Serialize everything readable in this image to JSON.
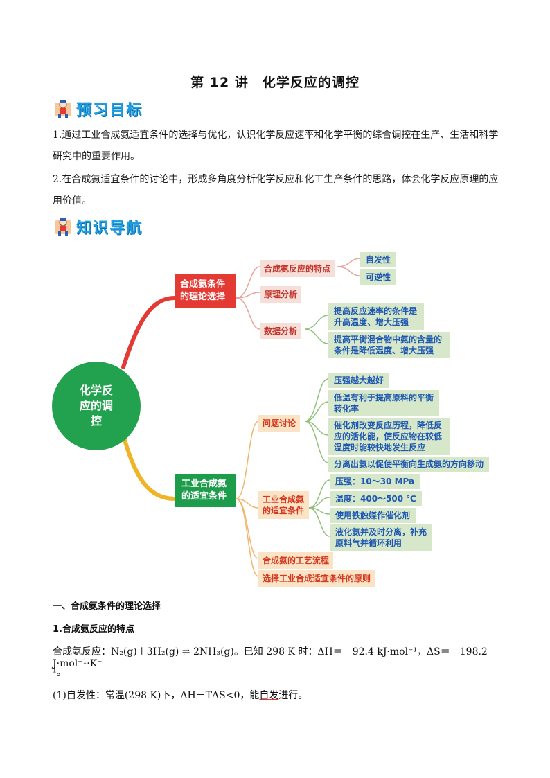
{
  "title": "第 12 讲　化学反应的调控",
  "sections": {
    "goals_heading": "预习目标",
    "nav_heading": "知识导航"
  },
  "goals": [
    "1.通过工业合成氨适宜条件的选择与优化，认识化学反应速率和化学平衡的综合调控在生产、生活和科学研究中的重要作用。",
    "2.在合成氨适宜条件的讨论中，形成多角度分析化学反应和化工生产条件的思路，体会化学反应原理的应用价值。"
  ],
  "mindmap": {
    "center": "化学反应的调控",
    "branch1": {
      "label": "合成氨条件的理论选择",
      "feature": "合成氨反应的特点",
      "feature_items": [
        "自发性",
        "可逆性"
      ],
      "principle": "原理分析",
      "data": "数据分析",
      "data_items": [
        "提高反应速率的条件是升高温度、增大压强",
        "提高平衡混合物中氨的含量的条件是降低温度、增大压强"
      ]
    },
    "branch2": {
      "label": "工业合成氨的适宜条件",
      "discussion": "问题讨论",
      "discussion_items": [
        "压强越大越好",
        "低温有利于提高原料的平衡转化率",
        "催化剂改变反应历程，降低反应的活化能，使反应物在较低温度时能较快地发生反应",
        "分离出氨以促使平衡向生成氨的方向移动"
      ],
      "conditions": "工业合成氨的适宜条件",
      "condition_items": [
        "压强：10～30 MPa",
        "温度：400～500 ℃",
        "使用铁触媒作催化剂",
        "液化氨并及时分离，补充原料气并循环利用"
      ],
      "process": "合成氨的工艺流程",
      "principle": "选择工业合成适宜条件的原则"
    }
  },
  "body": {
    "h1": "一、合成氨条件的理论选择",
    "h2": "1.合成氨反应的特点",
    "reaction_prefix": "合成氨反应：N",
    "reaction_text": "N₂(g)＋3H₂(g) ⇌ 2NH₃(g)。已知 298 K 时：ΔH＝－92.4 kJ·mol⁻¹，ΔS＝－198.2 J·mol⁻¹·K⁻",
    "reaction_tail": "¹。",
    "point1_a": "(1)自发性：常温(298 K)下，ΔH－TΔS<0，能",
    "point1_b": "自发",
    "point1_c": "进行。"
  }
}
